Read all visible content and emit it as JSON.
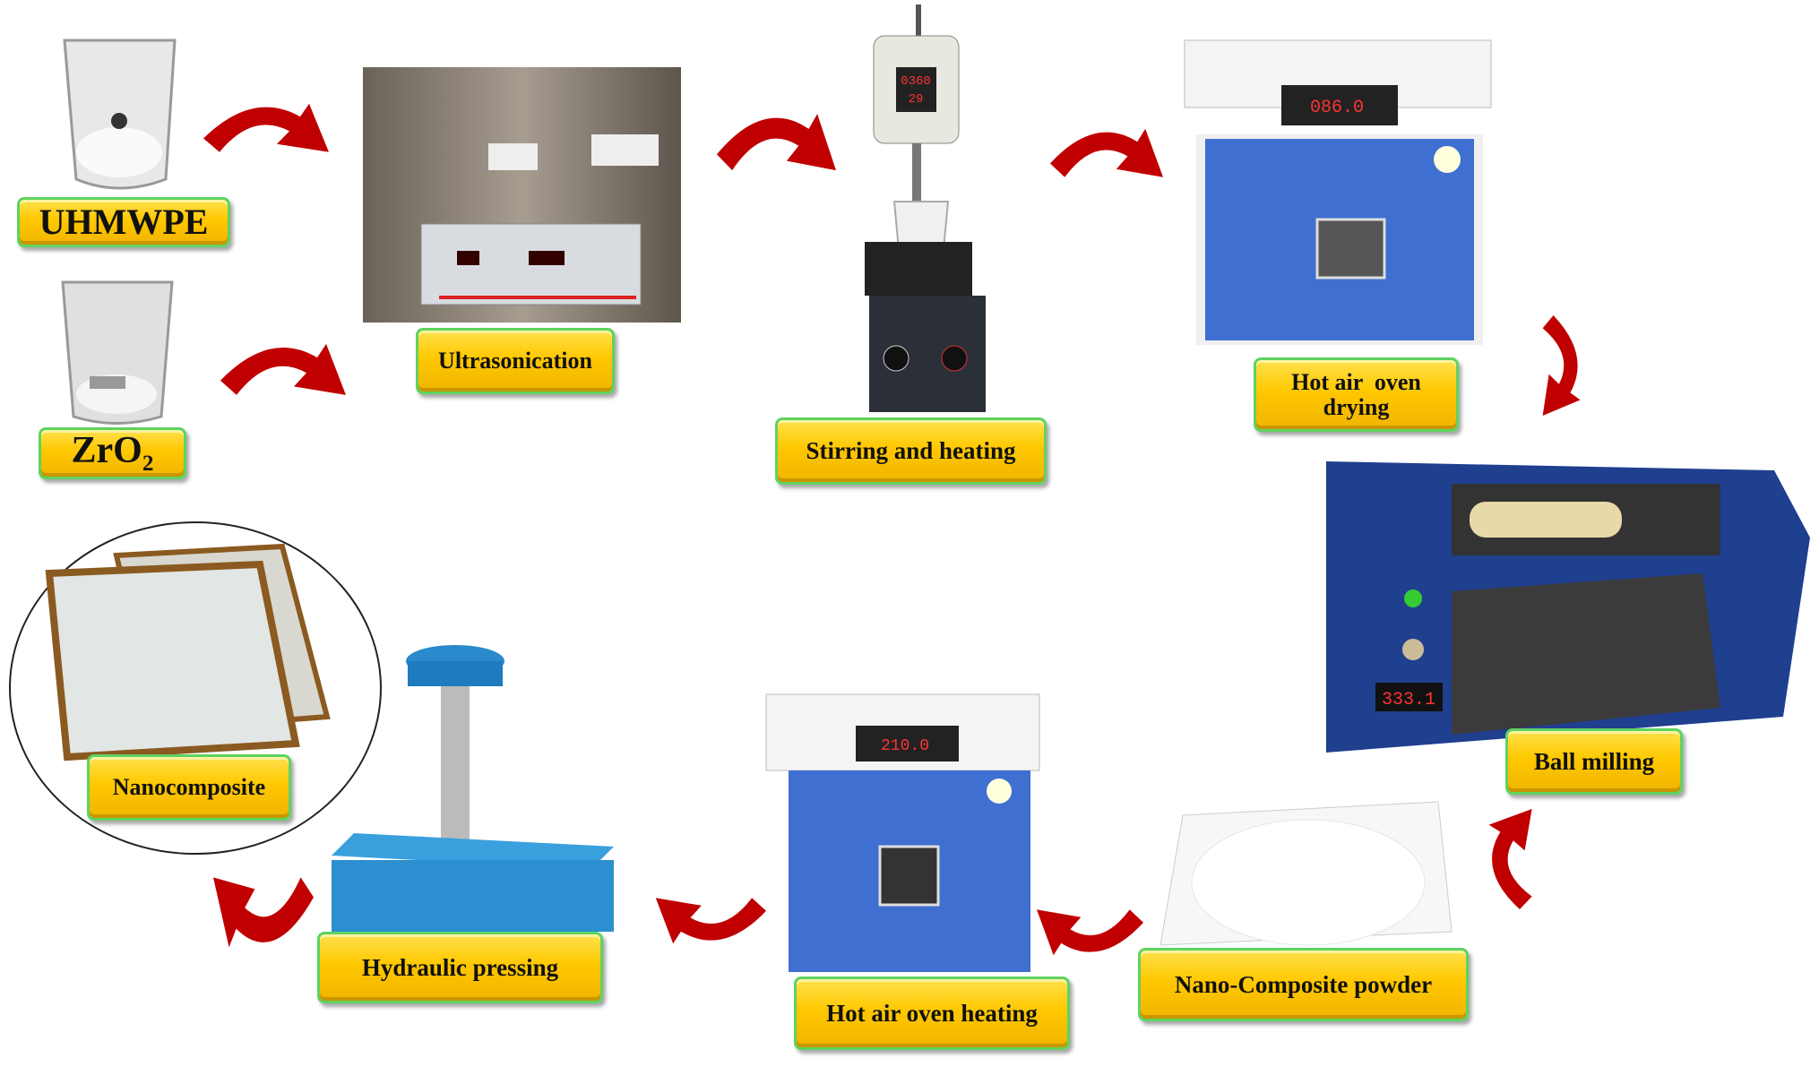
{
  "labels": {
    "uhmwpe": "UHMWPE",
    "zro2_main": "ZrO",
    "zro2_sub": "2",
    "ultrasonication": "Ultrasonication",
    "stirring": "Stirring and heating",
    "oven_drying": "Hot air  oven drying",
    "ball_milling": "Ball milling",
    "powder": "Nano-Composite powder",
    "oven_heating": "Hot air oven heating",
    "pressing": "Hydraulic pressing",
    "nanocomposite": "Nanocomposite"
  },
  "displays": {
    "stirrer_top": "0360",
    "stirrer_bottom": "29",
    "oven_drying": "086.0",
    "ball_mill": "333.1",
    "oven_heating": "210.0"
  },
  "colors": {
    "arrow": "#c00000",
    "label_fill": "#ffc800",
    "label_border": "#5fd35f",
    "oven_blue": "#3f6fd1"
  }
}
